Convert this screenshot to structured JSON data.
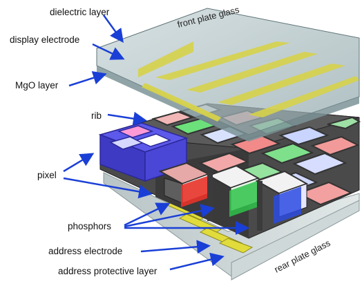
{
  "labels": {
    "dielectric_layer": "dielectric layer",
    "display_electrode": "display electrode",
    "mgo_layer": "MgO layer",
    "rib": "rib",
    "pixel": "pixel",
    "phosphors": "phosphors",
    "address_electrode": "address electrode",
    "address_protective_layer": "address protective layer",
    "front_plate_glass": "front plate glass",
    "rear_plate_glass": "rear plate glass"
  },
  "colors": {
    "arrow": "#1a3fd6",
    "glass": "#9fb4b8",
    "electrode": "#d6d24a",
    "rib": "#3b3b3b",
    "pixel_highlight": "#4b47e0",
    "phosphor_red": "#e8332a",
    "phosphor_green": "#2fc24a",
    "phosphor_blue": "#2c4be0"
  }
}
